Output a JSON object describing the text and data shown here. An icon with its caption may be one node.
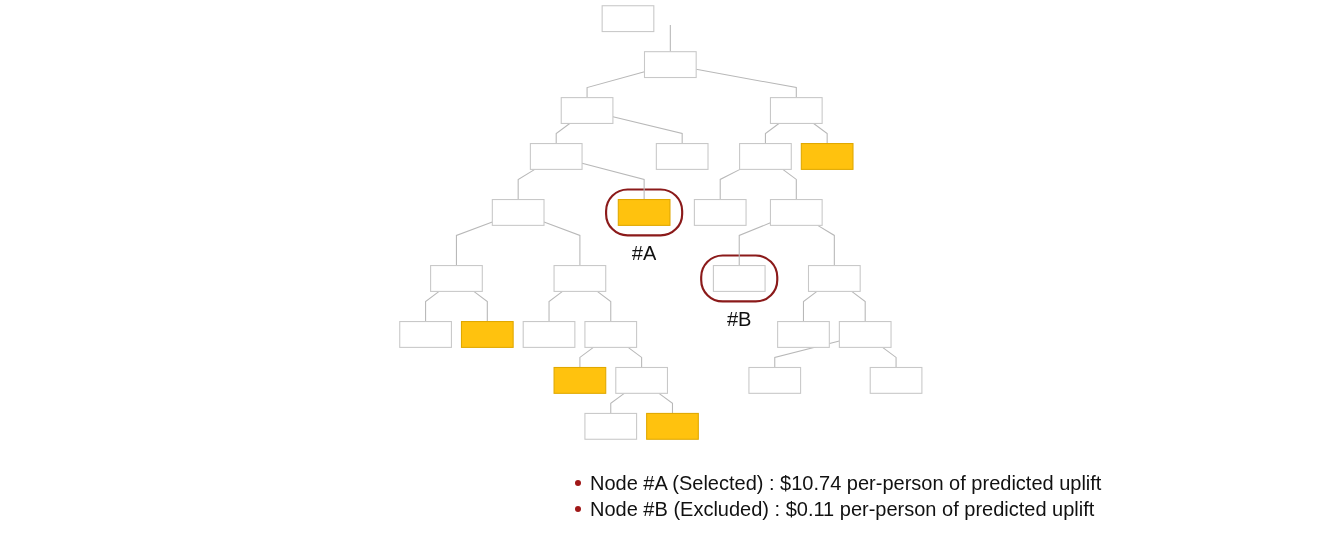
{
  "diagram": {
    "nodes": [
      {
        "text": [],
        "shape": "box"
      },
      {
        "text": [],
        "shape": "box"
      },
      {
        "text": [],
        "shape": "box"
      },
      {
        "text": [],
        "shape": "box"
      },
      {
        "text": [],
        "shape": "box"
      },
      {
        "text": [],
        "shape": "box"
      },
      {
        "text": [],
        "shape": "box"
      },
      {
        "text": [],
        "shape": "box"
      },
      {
        "text": [],
        "shape": "box"
      },
      {
        "text": [
          "#A"
        ]
      },
      {
        "text": [],
        "shape": "box",
        "in": 9
      },
      {
        "text": [],
        "shape": "box"
      },
      {
        "text": [],
        "shape": "box"
      },
      {
        "text": [],
        "shape": "box"
      },
      {
        "text": [],
        "shape": "box"
      },
      {
        "text": [
          "#B"
        ]
      },
      {
        "text": [],
        "shape": "box",
        "in": 15
      },
      {
        "text": [],
        "shape": "box"
      },
      {
        "text": [],
        "shape": "box"
      },
      {
        "text": [],
        "shape": "box"
      },
      {
        "text": [],
        "shape": "box"
      },
      {
        "text": [],
        "shape": "box"
      },
      {
        "text": [],
        "shape": "box"
      },
      {
        "text": [],
        "shape": "box"
      },
      {
        "text": [],
        "shape": "box"
      },
      {
        "text": [],
        "shape": "box"
      },
      {
        "text": [],
        "shape": "box"
      },
      {
        "text": [],
        "shape": "box"
      },
      {
        "text": [],
        "shape": "box"
      },
      {
        "text": [],
        "shape": "box"
      }
    ],
    "edges": [
      {
        "from": null,
        "to": 0,
        "arrow": "none"
      },
      {
        "from": 0,
        "to": 2,
        "arrow": "none"
      },
      {
        "from": 0,
        "to": 3,
        "arrow": "none"
      },
      {
        "from": 2,
        "to": 4,
        "arrow": "none"
      },
      {
        "from": 2,
        "to": 5,
        "arrow": "none"
      },
      {
        "from": 4,
        "to": 8,
        "arrow": "none"
      },
      {
        "from": 4,
        "to": 10,
        "arrow": "none"
      },
      {
        "from": 3,
        "to": 6,
        "arrow": "none"
      },
      {
        "from": 3,
        "to": 7,
        "arrow": "none"
      },
      {
        "from": 6,
        "to": 11,
        "arrow": "none"
      },
      {
        "from": 6,
        "to": 12,
        "arrow": "none"
      },
      {
        "from": 12,
        "to": 16,
        "arrow": "none"
      },
      {
        "from": 12,
        "to": 17,
        "arrow": "none"
      },
      {
        "from": 17,
        "to": 22,
        "arrow": "none"
      },
      {
        "from": 17,
        "to": 23,
        "arrow": "none"
      },
      {
        "from": 23,
        "to": 26,
        "arrow": "none"
      },
      {
        "from": 23,
        "to": 27,
        "arrow": "none"
      },
      {
        "from": 8,
        "to": 13,
        "arrow": "none"
      },
      {
        "from": 8,
        "to": 14,
        "arrow": "none"
      },
      {
        "from": 13,
        "to": 18,
        "arrow": "none"
      },
      {
        "from": 13,
        "to": 19,
        "arrow": "none"
      },
      {
        "from": 14,
        "to": 20,
        "arrow": "none"
      },
      {
        "from": 14,
        "to": 21,
        "arrow": "none"
      },
      {
        "from": 21,
        "to": 24,
        "arrow": "none"
      },
      {
        "from": 21,
        "to": 25,
        "arrow": "none"
      },
      {
        "from": 25,
        "to": 28,
        "arrow": "none"
      },
      {
        "from": 25,
        "to": 29,
        "arrow": "none"
      }
    ],
    "labels": [
      "Node #A (Selected) : $10.74 per-person of predicted uplift",
      "Node #B (Excluded) : $0.11 per-person of predicted uplift"
    ]
  }
}
